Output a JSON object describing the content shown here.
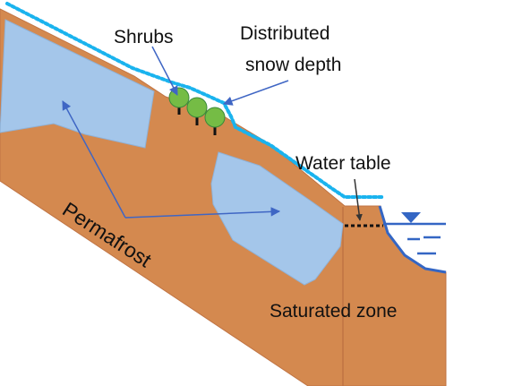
{
  "labels": {
    "shrubs": "Shrubs",
    "snow_depth_line1": "Distributed",
    "snow_depth_line2": "snow depth",
    "water_table": "Water table",
    "permafrost": "Permafrost",
    "saturated_zone": "Saturated zone"
  },
  "colors": {
    "soil": "#d4894f",
    "soil_edge": "#c07444",
    "permafrost": "#a4c6ea",
    "snow": "#1ab3ee",
    "arrow": "#3f66c4",
    "shrub_fill": "#75bc45",
    "shrub_stroke": "#3a8a3a",
    "water_line": "#3466c4"
  }
}
